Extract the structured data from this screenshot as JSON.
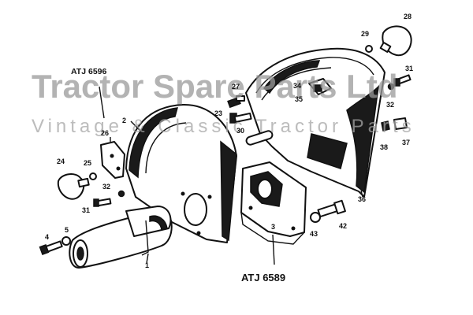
{
  "watermark": {
    "line1": "Tractor Spare Parts Ltd",
    "line2": "Vintage & Classic Tractor Parts"
  },
  "references": {
    "top": "ATJ 6596",
    "bottom": "ATJ 6589"
  },
  "part_numbers": {
    "p1": "1",
    "p2": "2",
    "p3": "3",
    "p4": "4",
    "p5": "5",
    "p23": "23",
    "p24": "24",
    "p25": "25",
    "p26": "26",
    "p27": "27",
    "p28": "28",
    "p29": "29",
    "p30": "30",
    "p31a": "31",
    "p31b": "31",
    "p32a": "32",
    "p32b": "32",
    "p34": "34",
    "p35": "35",
    "p36": "36",
    "p37": "37",
    "p38": "38",
    "p42": "42",
    "p43": "43"
  },
  "colors": {
    "ink": "#111111",
    "watermark": "#9a9a9a",
    "background": "#ffffff"
  }
}
